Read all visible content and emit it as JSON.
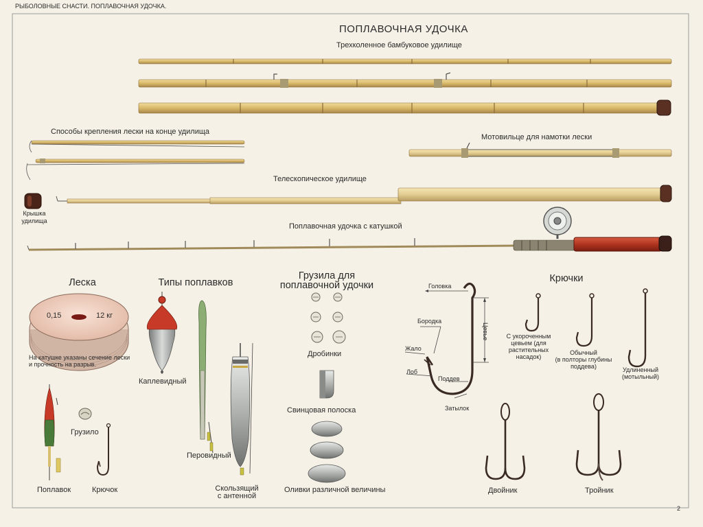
{
  "header": "РЫБОЛОВНЫЕ СНАСТИ. ПОПЛАВОЧНАЯ УДОЧКА.",
  "title": "ПОПЛАВОЧНАЯ УДОЧКА",
  "page_number": "2",
  "rods": {
    "bamboo": "Трехколенное бамбуковое удилище",
    "line_attach": "Способы крепления лески на конце удилища",
    "winder": "Мотовильце для намотки лески",
    "cap_line1": "Крышка",
    "cap_line2": "удилища",
    "telescopic": "Телескопическое удилище",
    "with_reel": "Поплавочная удочка с катушкой"
  },
  "line_section": {
    "title": "Леска",
    "spool_section": "0,15",
    "spool_strength": "12 кг",
    "caption_line1": "На катушке указаны сечение лески",
    "caption_line2": "и прочность на разрыв.",
    "float": "Поплавок",
    "sinker": "Грузило",
    "hook": "Крючок"
  },
  "floats": {
    "title": "Типы поплавков",
    "drop": "Каплевидный",
    "feather": "Перовидный",
    "sliding_line1": "Скользящий",
    "sliding_line2": "с антенной"
  },
  "sinkers": {
    "title_line1": "Грузила для",
    "title_line2": "поплавочной удочки",
    "shot": "Дробинки",
    "strip": "Свинцовая полоска",
    "olives": "Оливки различной величины"
  },
  "hook_parts": {
    "eye": "Головка",
    "shank": "Цевье",
    "barb": "Бородка",
    "point": "Жало",
    "bend_front": "Лоб",
    "gap": "Поддев",
    "back": "Затылок"
  },
  "hooks": {
    "title": "Крючки",
    "short_line1": "С укороченным",
    "short_line2": "цевьем (для",
    "short_line3": "растительных",
    "short_line4": "насадок)",
    "normal_line1": "Обычный",
    "normal_line2": "(в полторы глубины",
    "normal_line3": "поддева)",
    "long_line1": "Удлиненный",
    "long_line2": "(мотыльный)",
    "double": "Двойник",
    "treble": "Тройник"
  },
  "colors": {
    "paper": "#f5f1e6",
    "bamboo": "#d8b868",
    "hook": "#3a2a24",
    "handle": "#a8321e",
    "lead": "#9a9c9a",
    "float_red": "#c83a28"
  }
}
